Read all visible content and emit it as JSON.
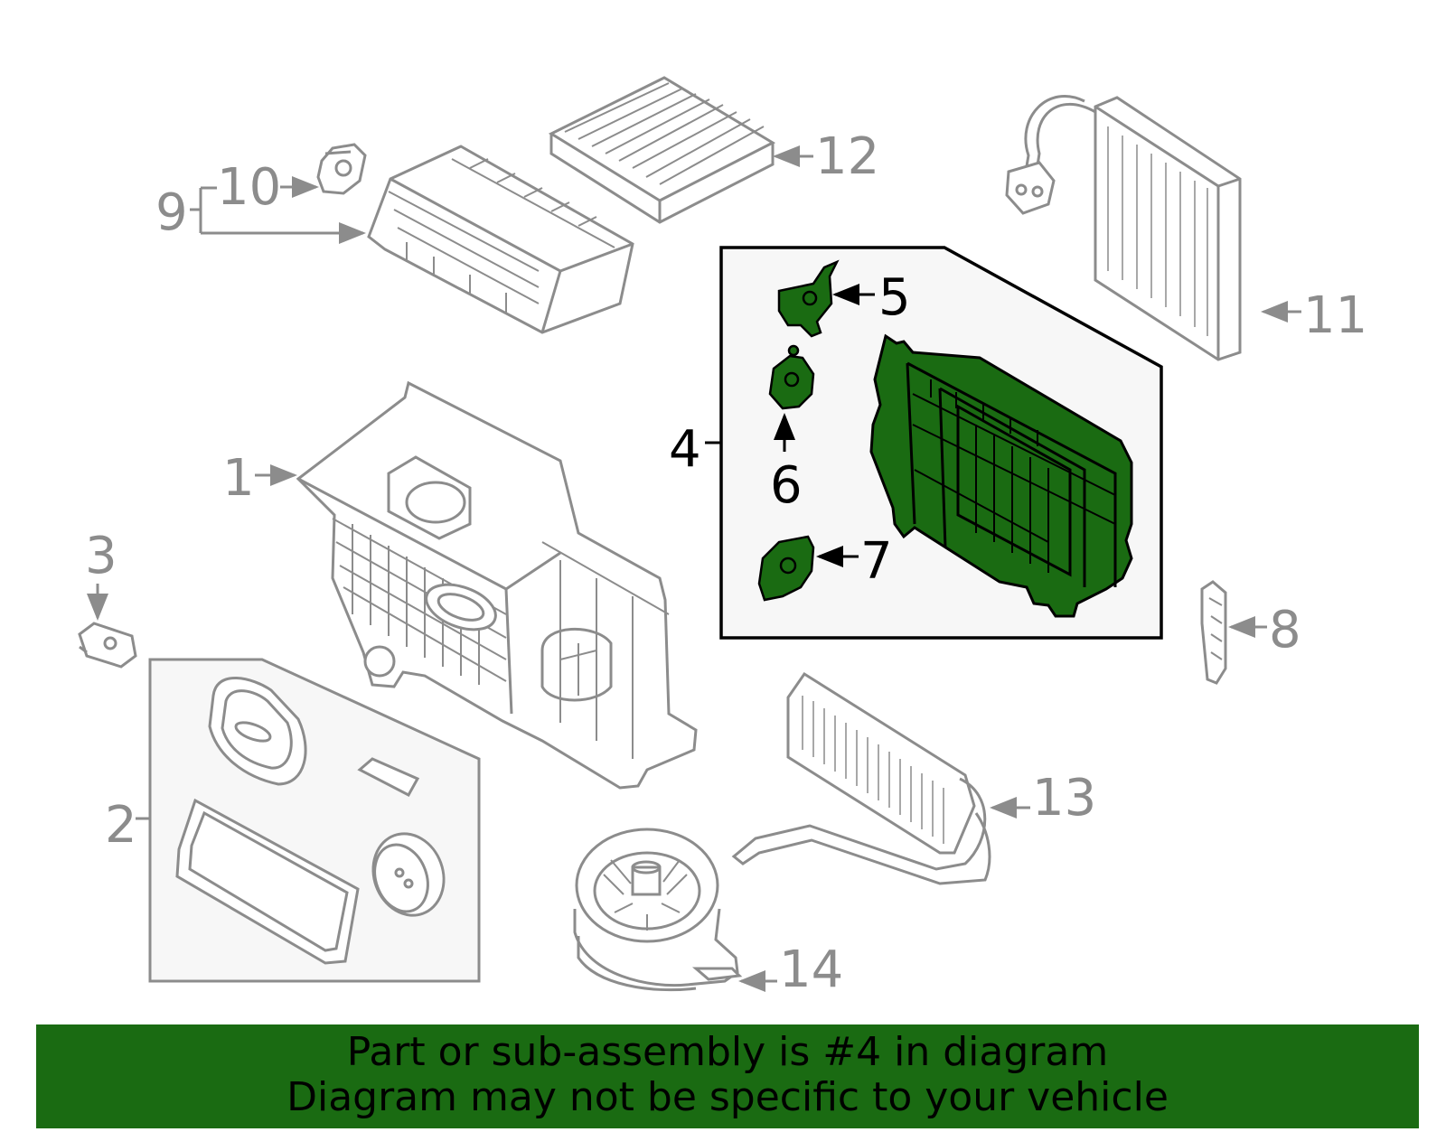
{
  "diagram": {
    "callouts": {
      "c1": "1",
      "c2": "2",
      "c3": "3",
      "c4": "4",
      "c5": "5",
      "c6": "6",
      "c7": "7",
      "c8": "8",
      "c9": "9",
      "c10": "10",
      "c11": "11",
      "c12": "12",
      "c13": "13",
      "c14": "14"
    },
    "highlighted_part": "4"
  },
  "banner": {
    "line1": "Part or sub-assembly is #4 in diagram",
    "line2": "Diagram may not be specific to your vehicle"
  },
  "colors": {
    "line": "#8c8c8c",
    "highlight": "#1a6b12",
    "panel": "#f7f7f7",
    "active": "#000000"
  }
}
